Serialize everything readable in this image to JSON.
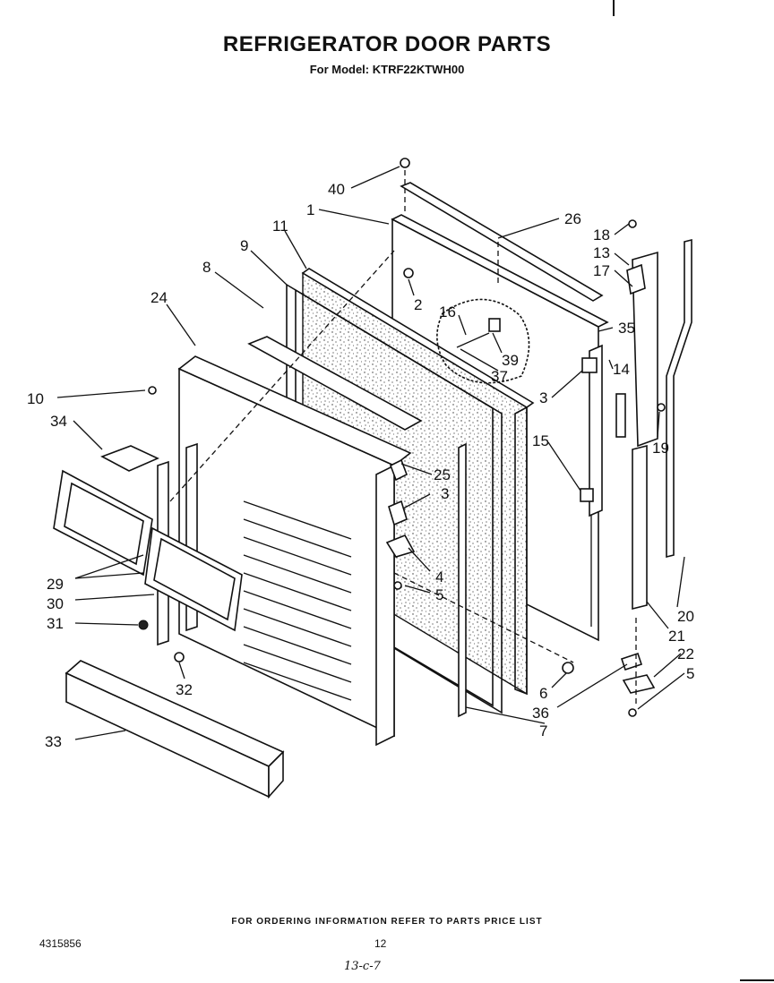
{
  "header": {
    "title": "REFRIGERATOR DOOR PARTS",
    "subtitle": "For Model: KTRF22KTWH00"
  },
  "footer": {
    "note": "FOR ORDERING INFORMATION REFER TO PARTS PRICE LIST",
    "doc_number": "4315856",
    "page_number": "12",
    "handwritten": "13-c-7"
  },
  "callouts": [
    {
      "id": "c40",
      "label": "40"
    },
    {
      "id": "c1",
      "label": "1"
    },
    {
      "id": "c11",
      "label": "11"
    },
    {
      "id": "c26",
      "label": "26"
    },
    {
      "id": "c18",
      "label": "18"
    },
    {
      "id": "c9",
      "label": "9"
    },
    {
      "id": "c13",
      "label": "13"
    },
    {
      "id": "c8",
      "label": "8"
    },
    {
      "id": "c17",
      "label": "17"
    },
    {
      "id": "c2",
      "label": "2"
    },
    {
      "id": "c24",
      "label": "24"
    },
    {
      "id": "c16",
      "label": "16"
    },
    {
      "id": "c35",
      "label": "35"
    },
    {
      "id": "c39",
      "label": "39"
    },
    {
      "id": "c37",
      "label": "37"
    },
    {
      "id": "c14",
      "label": "14"
    },
    {
      "id": "c10",
      "label": "10"
    },
    {
      "id": "c3a",
      "label": "3"
    },
    {
      "id": "c34",
      "label": "34"
    },
    {
      "id": "c19",
      "label": "19"
    },
    {
      "id": "c15",
      "label": "15"
    },
    {
      "id": "c25",
      "label": "25"
    },
    {
      "id": "c3b",
      "label": "3"
    },
    {
      "id": "c4",
      "label": "4"
    },
    {
      "id": "c29",
      "label": "29"
    },
    {
      "id": "c5a",
      "label": "5"
    },
    {
      "id": "c30",
      "label": "30"
    },
    {
      "id": "c20",
      "label": "20"
    },
    {
      "id": "c31",
      "label": "31"
    },
    {
      "id": "c21",
      "label": "21"
    },
    {
      "id": "c22",
      "label": "22"
    },
    {
      "id": "c5b",
      "label": "5"
    },
    {
      "id": "c32",
      "label": "32"
    },
    {
      "id": "c6",
      "label": "6"
    },
    {
      "id": "c36",
      "label": "36"
    },
    {
      "id": "c7",
      "label": "7"
    },
    {
      "id": "c33",
      "label": "33"
    }
  ]
}
